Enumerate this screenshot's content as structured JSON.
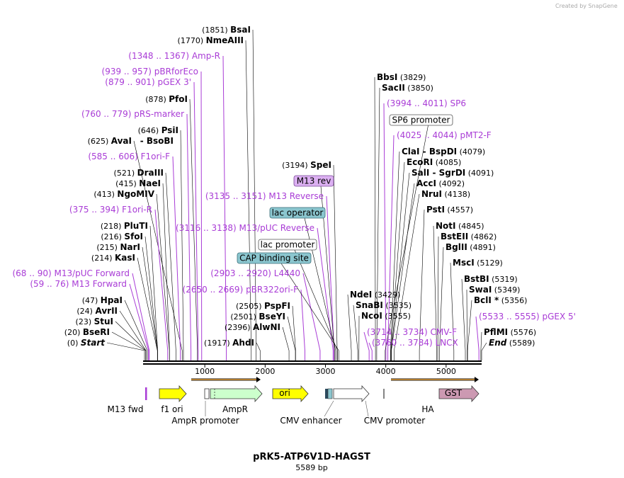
{
  "watermark": "Created by SnapGene",
  "map": {
    "title": "pRK5-ATP6V1D-HAGST",
    "length_label": "5589 bp",
    "length": 5589,
    "ruler_ticks": [
      "1000",
      "2000",
      "3000",
      "4000",
      "5000"
    ]
  },
  "enzymes_left": [
    {
      "name": "BsaI",
      "pos_label": "(1851)",
      "pos": 1851
    },
    {
      "name": "NmeAIII",
      "pos_label": "(1770)",
      "pos": 1770
    },
    {
      "name": "PfoI",
      "pos_label": "(878)",
      "pos": 878
    },
    {
      "name": "PsiI",
      "pos_label": "(646)",
      "pos": 646
    },
    {
      "name": "AvaI",
      "extra": "- BsoBI",
      "pos_label": "(625)",
      "pos": 625
    },
    {
      "name": "DraIII",
      "pos_label": "(521)",
      "pos": 521
    },
    {
      "name": "NaeI",
      "pos_label": "(415)",
      "pos": 415
    },
    {
      "name": "NgoMIV",
      "pos_label": "(413)",
      "pos": 413
    },
    {
      "name": "PluTI",
      "pos_label": "(218)",
      "pos": 218
    },
    {
      "name": "SfoI",
      "pos_label": "(216)",
      "pos": 216
    },
    {
      "name": "NarI",
      "pos_label": "(215)",
      "pos": 215
    },
    {
      "name": "KasI",
      "pos_label": "(214)",
      "pos": 214
    },
    {
      "name": "HpaI",
      "pos_label": "(47)",
      "pos": 47
    },
    {
      "name": "AvrII",
      "pos_label": "(24)",
      "pos": 24
    },
    {
      "name": "StuI",
      "pos_label": "(23)",
      "pos": 23
    },
    {
      "name": "BseRI",
      "pos_label": "(20)",
      "pos": 20
    },
    {
      "name": "Start",
      "pos_label": "(0)",
      "pos": 0
    },
    {
      "name": "SpeI",
      "pos_label": "(3194)",
      "pos": 3194
    },
    {
      "name": "PspFI",
      "pos_label": "(2505)",
      "pos": 2505
    },
    {
      "name": "BseYI",
      "pos_label": "(2501)",
      "pos": 2501
    },
    {
      "name": "AlwNI",
      "pos_label": "(2396)",
      "pos": 2396
    },
    {
      "name": "AhdI",
      "pos_label": "(1917)",
      "pos": 1917
    }
  ],
  "enzymes_right": [
    {
      "name": "BbsI",
      "pos_label": "(3829)",
      "pos": 3829
    },
    {
      "name": "SacII",
      "pos_label": "(3850)",
      "pos": 3850
    },
    {
      "name": "ClaI",
      "extra": "- BspDI",
      "pos_label": "(4079)",
      "pos": 4079
    },
    {
      "name": "EcoRI",
      "pos_label": "(4085)",
      "pos": 4085
    },
    {
      "name": "SalI",
      "extra": "- SgrDI",
      "pos_label": "(4091)",
      "pos": 4091
    },
    {
      "name": "AccI",
      "pos_label": "(4092)",
      "pos": 4092
    },
    {
      "name": "NruI",
      "pos_label": "(4138)",
      "pos": 4138
    },
    {
      "name": "PstI",
      "pos_label": "(4557)",
      "pos": 4557
    },
    {
      "name": "NotI",
      "pos_label": "(4845)",
      "pos": 4845
    },
    {
      "name": "BstEII",
      "pos_label": "(4862)",
      "pos": 4862
    },
    {
      "name": "BglII",
      "pos_label": "(4891)",
      "pos": 4891
    },
    {
      "name": "MscI",
      "pos_label": "(5129)",
      "pos": 5129
    },
    {
      "name": "BstBI",
      "pos_label": "(5319)",
      "pos": 5319
    },
    {
      "name": "SwaI",
      "pos_label": "(5349)",
      "pos": 5349
    },
    {
      "name": "BclI *",
      "pos_label": "(5356)",
      "pos": 5356
    },
    {
      "name": "PflMI",
      "pos_label": "(5576)",
      "pos": 5576
    },
    {
      "name": "End",
      "pos_label": "(5589)",
      "pos": 5589
    },
    {
      "name": "NdeI",
      "pos_label": "(3429)",
      "pos": 3429
    },
    {
      "name": "SnaBI",
      "pos_label": "(3535)",
      "pos": 3535
    },
    {
      "name": "NcoI",
      "pos_label": "(3555)",
      "pos": 3555
    }
  ],
  "primers": [
    {
      "name": "Amp-R",
      "range": "(1348 .. 1367)",
      "pos": 1357
    },
    {
      "name": "pBRforEco",
      "range": "(939 .. 957)",
      "pos": 948
    },
    {
      "name": "pGEX 3'",
      "range": "(879 .. 901)",
      "pos": 890
    },
    {
      "name": "pRS-marker",
      "range": "(760 .. 779)",
      "pos": 770
    },
    {
      "name": "F1ori-F",
      "range": "(585 .. 606)",
      "pos": 595
    },
    {
      "name": "F1ori-R",
      "range": "(375 .. 394)",
      "pos": 385
    },
    {
      "name": "M13/pUC Forward",
      "range": "(68 .. 90)",
      "pos": 79
    },
    {
      "name": "M13 Forward",
      "range": "(59 .. 76)",
      "pos": 67
    },
    {
      "name": "M13 Reverse",
      "range": "(3135 .. 3151)",
      "pos": 3143
    },
    {
      "name": "M13/pUC Reverse",
      "range": "(3116 .. 3138)",
      "pos": 3127
    },
    {
      "name": "L4440",
      "range": "(2903 .. 2920)",
      "pos": 2911
    },
    {
      "name": "pBR322ori-F",
      "range": "(2650 .. 2669)",
      "pos": 2659
    },
    {
      "name": "SP6",
      "range": "(3994 .. 4011)",
      "pos": 4002
    },
    {
      "name": "pMT2-F",
      "range": "(4025 .. 4044)",
      "pos": 4034
    },
    {
      "name": "pGEX 5'",
      "range": "(5533 .. 5555)",
      "pos": 5544
    },
    {
      "name": "CMV-F",
      "range": "(3714 .. 3734)",
      "pos": 3724
    },
    {
      "name": "LNCX",
      "range": "(3760 .. 3784)",
      "pos": 3772
    }
  ],
  "boxed_features": [
    {
      "name": "M13 rev",
      "style": "purple",
      "pos": 3150
    },
    {
      "name": "lac operator",
      "style": "teal",
      "pos": 3170
    },
    {
      "name": "lac promoter",
      "style": "white",
      "pos": 3200
    },
    {
      "name": "CAP binding site",
      "style": "teal",
      "pos": 3220
    },
    {
      "name": "SP6 promoter",
      "style": "white",
      "pos": 3990
    }
  ],
  "features": [
    {
      "name": "M13 fwd",
      "label_row": 1
    },
    {
      "name": "f1 ori",
      "label_row": 1
    },
    {
      "name": "AmpR",
      "label_row": 1
    },
    {
      "name": "AmpR promoter",
      "label_row": 2
    },
    {
      "name": "ori",
      "label_row": 0
    },
    {
      "name": "CMV enhancer",
      "label_row": 2
    },
    {
      "name": "CMV promoter",
      "label_row": 2
    },
    {
      "name": "HA",
      "label_row": 1
    },
    {
      "name": "GST",
      "label_row": 0
    }
  ],
  "colors": {
    "primer": "#a93cd6",
    "f1ori": "#ffff00",
    "ampr": "#ccffcc",
    "ori": "#ffff00",
    "gst": "#cc99b2",
    "orf_arrow": "#e8a33d",
    "box_purple": "#dcb0f2",
    "box_teal": "#8bc6cf"
  }
}
